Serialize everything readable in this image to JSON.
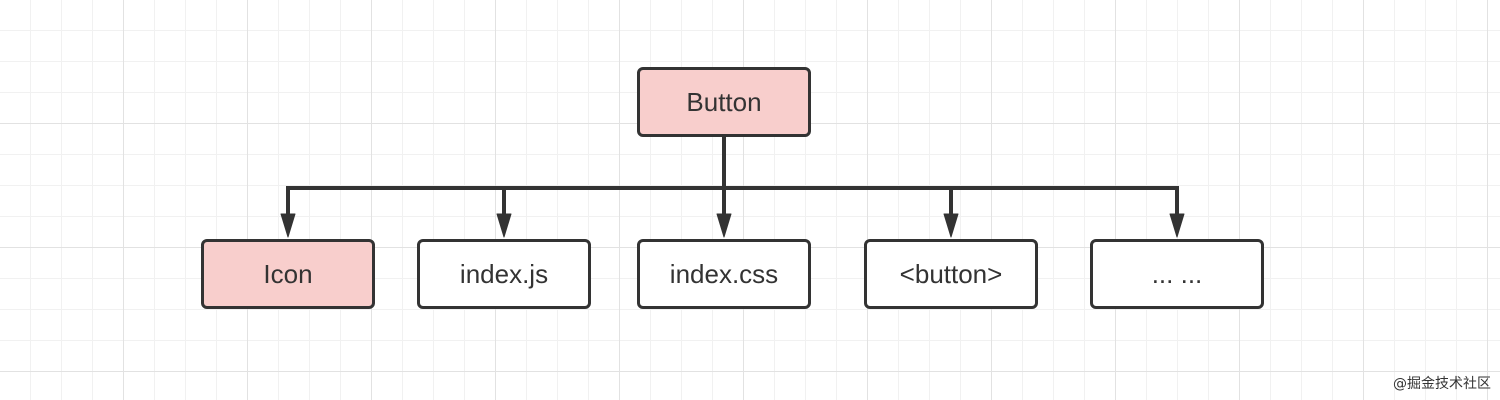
{
  "diagram": {
    "root": {
      "label": "Button"
    },
    "children": [
      {
        "label": "Icon"
      },
      {
        "label": "index.js"
      },
      {
        "label": "index.css"
      },
      {
        "label": "<button>"
      },
      {
        "label": "... ..."
      }
    ]
  },
  "colors": {
    "highlight_fill": "#f8cecc",
    "node_fill": "#ffffff",
    "stroke": "#333333"
  },
  "watermark": "@掘金技术社区"
}
